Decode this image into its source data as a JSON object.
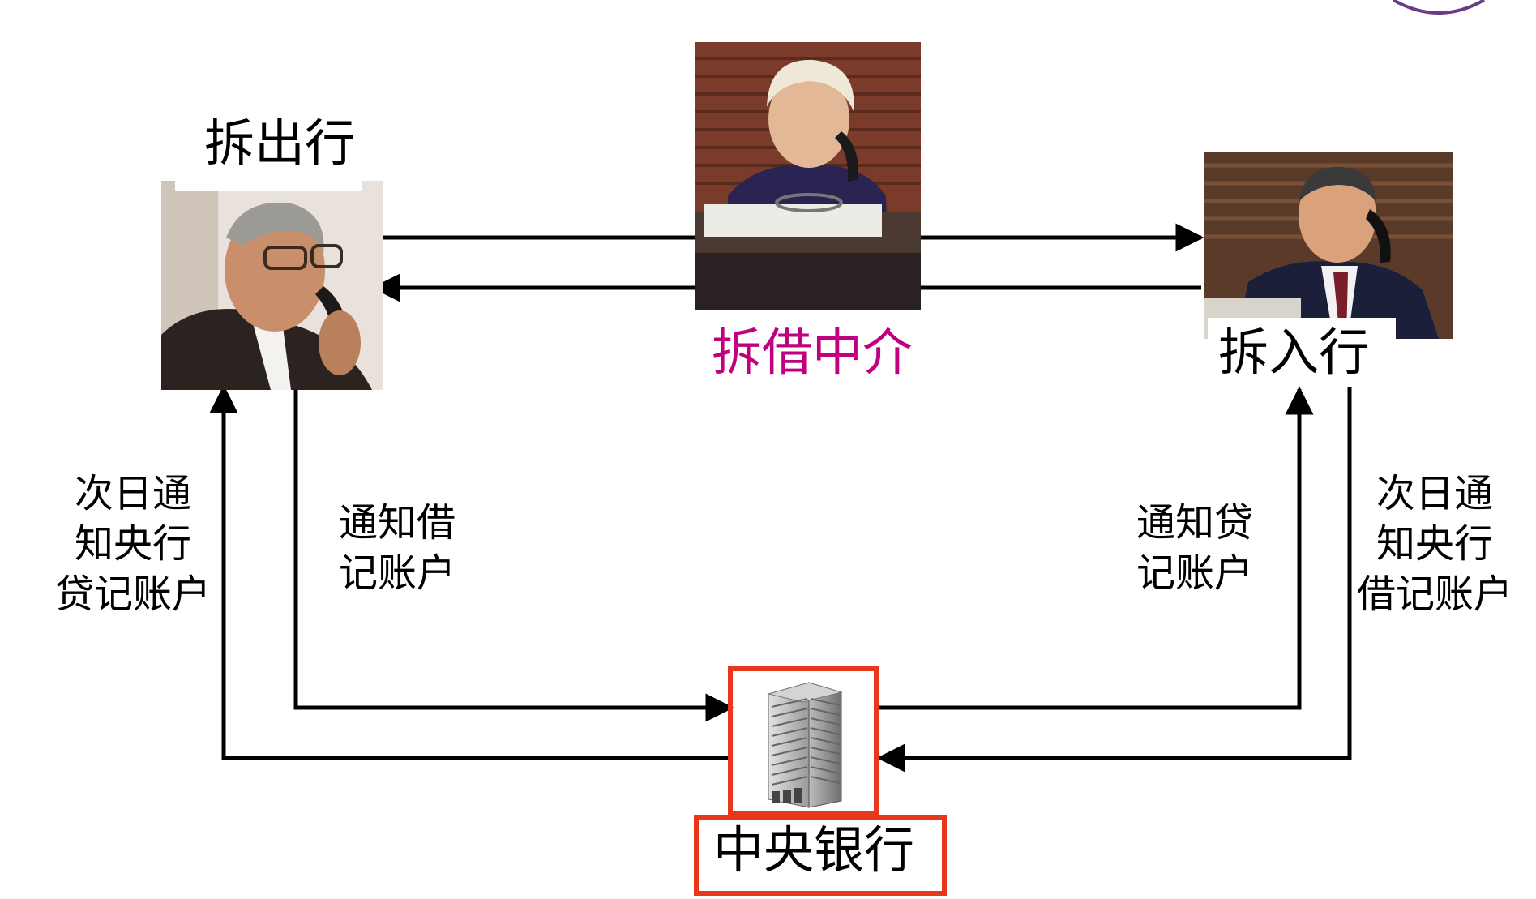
{
  "colors": {
    "line": "#000000",
    "intermediary_label": "#c0007e",
    "highlight_border": "#e8381c"
  },
  "nodes": {
    "lender_bank": "拆出行",
    "intermediary": "拆借中介",
    "borrower_bank": "拆入行",
    "central_bank": "中央银行"
  },
  "notes": {
    "lender_to_central": [
      "通知借",
      "记账户"
    ],
    "central_to_lender": [
      "次日通",
      "知央行",
      "贷记账户"
    ],
    "borrower_to_central": [
      "次日通",
      "知央行",
      "借记账户"
    ],
    "central_to_borrower": [
      "通知贷",
      "记账户"
    ]
  },
  "icons": {
    "lender_photo": "man-on-phone-photo",
    "intermediary_photo": "woman-on-phone-photo",
    "borrower_photo": "man-on-phone-photo",
    "central_icon": "office-building-icon",
    "corner_logo": "seal-logo-fragment"
  }
}
